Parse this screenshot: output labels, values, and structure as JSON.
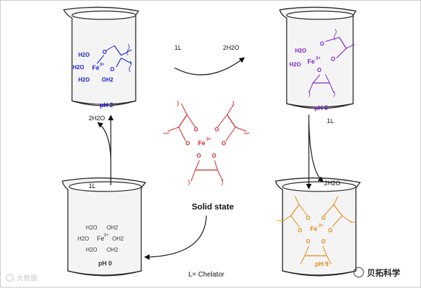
{
  "beakers": {
    "ph2": {
      "label": "pH 2",
      "color": "#1f1fd0"
    },
    "ph5": {
      "label": "pH 5",
      "color": "#7f22c8"
    },
    "ph0": {
      "label": "pH 0",
      "color": "#333333"
    },
    "ph9": {
      "label": "pH 9",
      "color": "#e8890e"
    }
  },
  "center": {
    "label": "Solid state",
    "color": "#d21f1f"
  },
  "arrows": {
    "top_in": "1L",
    "top_out": "2H2O",
    "right_in": "1L",
    "right_out": "2H2O",
    "left_in": "1L",
    "left_out": "2H2O"
  },
  "legend": "L= Chelator",
  "chem": {
    "fe": "Fe",
    "charge": "3+",
    "h2o": "H2O",
    "oh2": "OH2",
    "o": "O"
  },
  "watermark_left": "大数据",
  "watermark_right": "贝拓科学"
}
